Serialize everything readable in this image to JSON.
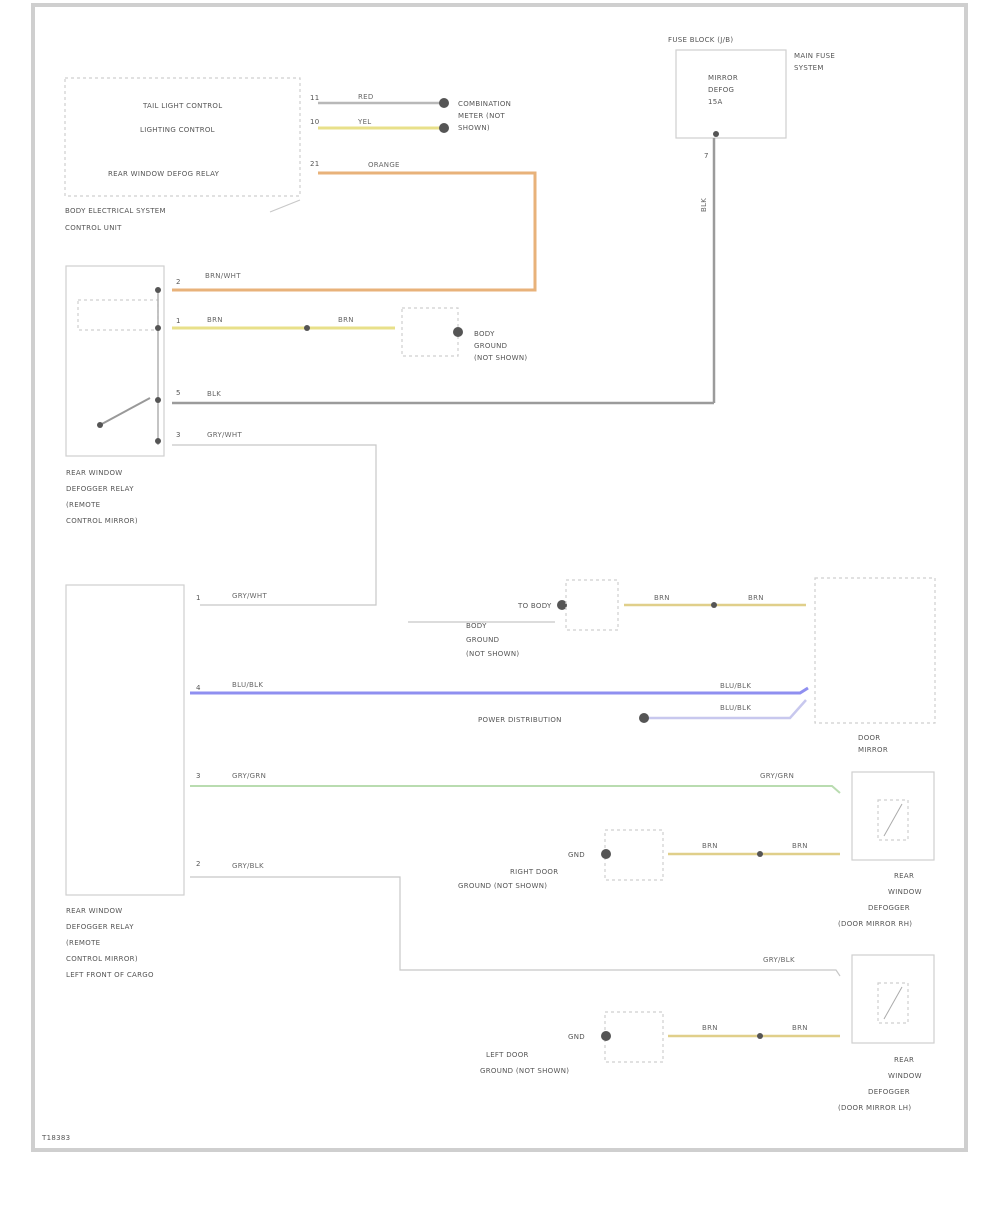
{
  "colors": {
    "yellow_wire": "#e8e08a",
    "orange_wire": "#e8b27a",
    "blue_wire": "#8f8ff0",
    "green_wire": "#b9dcb0",
    "tan_wire": "#e0cf8a",
    "gray_wire": "#9b9b9b",
    "frame": "#cfcfcf"
  },
  "components": {
    "top_module_lines": [
      "TAIL LIGHT CONTROL",
      "LIGHTING CONTROL"
    ],
    "top_module_rear_line": "REAR WINDOW DEFOG RELAY",
    "top_module_name_lines": [
      "BODY ELECTRICAL SYSTEM",
      "CONTROL UNIT"
    ],
    "top_module_right_labels": [
      "COMBINATION",
      "METER (NOT",
      "SHOWN)"
    ],
    "fuse_title": "FUSE BLOCK (J/B)",
    "fuse_box_lines": [
      "MIRROR",
      "DEFOG",
      "15A"
    ],
    "fuse_power": [
      "MAIN FUSE",
      "SYSTEM"
    ],
    "mirror_switch_lines": [
      "REAR WINDOW",
      "DEFOGGER RELAY",
      "(REMOTE",
      "CONTROL MIRROR)"
    ],
    "ground_top_lines": [
      "BODY",
      "GROUND",
      "(NOT SHOWN)"
    ],
    "switch_ctrl_lines": [
      "REAR WINDOW",
      "DEFOGGER RELAY",
      "(REMOTE",
      "CONTROL MIRROR)"
    ],
    "ground_mid_lines": [
      "BODY",
      "GROUND",
      "(NOT SHOWN)"
    ],
    "ground_mid_arrow": "TO BODY",
    "right_unit_lines": [
      "DOOR",
      "MIRROR"
    ],
    "right_unit_name": "DOOR MIRROR",
    "power_label": "POWER DISTRIBUTION",
    "mirror_r_lines": [
      "REAR",
      "WINDOW",
      "DEFOGGER",
      "(DOOR MIRROR RH)"
    ],
    "ground_r_lines": [
      "RIGHT DOOR",
      "GROUND (NOT SHOWN)"
    ],
    "mirror_l_lines": [
      "REAR",
      "WINDOW",
      "DEFOGGER",
      "(DOOR MIRROR LH)"
    ],
    "ground_l_lines": [
      "LEFT DOOR",
      "GROUND (NOT SHOWN)"
    ],
    "bottom_module_lines": [
      "REAR WINDOW",
      "DEFOGGER RELAY",
      "(REMOTE",
      "CONTROL MIRROR)",
      "LEFT FRONT OF CARGO"
    ],
    "footer_code": "T18383"
  },
  "wires": {
    "red_top": "RED",
    "ylw_top": "YEL",
    "orange": "ORANGE",
    "brownish": "BRN/WHT",
    "ylw_mid_a": "BRN",
    "ylw_mid_b": "BRN",
    "blk_gnd": "BLK",
    "gray_out": "GRY/WHT",
    "gray_in": "GRY/WHT",
    "brn_tan_a": "BRN",
    "brn_tan_b": "BRN",
    "blue_a": "BLU/BLK",
    "blue_b": "BLU/BLK",
    "blue_c": "BLU/BLK",
    "green_a": "GRY/GRN",
    "green_b": "GRY/GRN",
    "gray_l_a": "GRY/BLK",
    "gray_l_b": "GRY/BLK",
    "tan_r_a": "BRN",
    "tan_r_b": "BRN",
    "tan_l_a": "BRN",
    "tan_l_b": "BRN",
    "blk_vertical": "BLK"
  }
}
